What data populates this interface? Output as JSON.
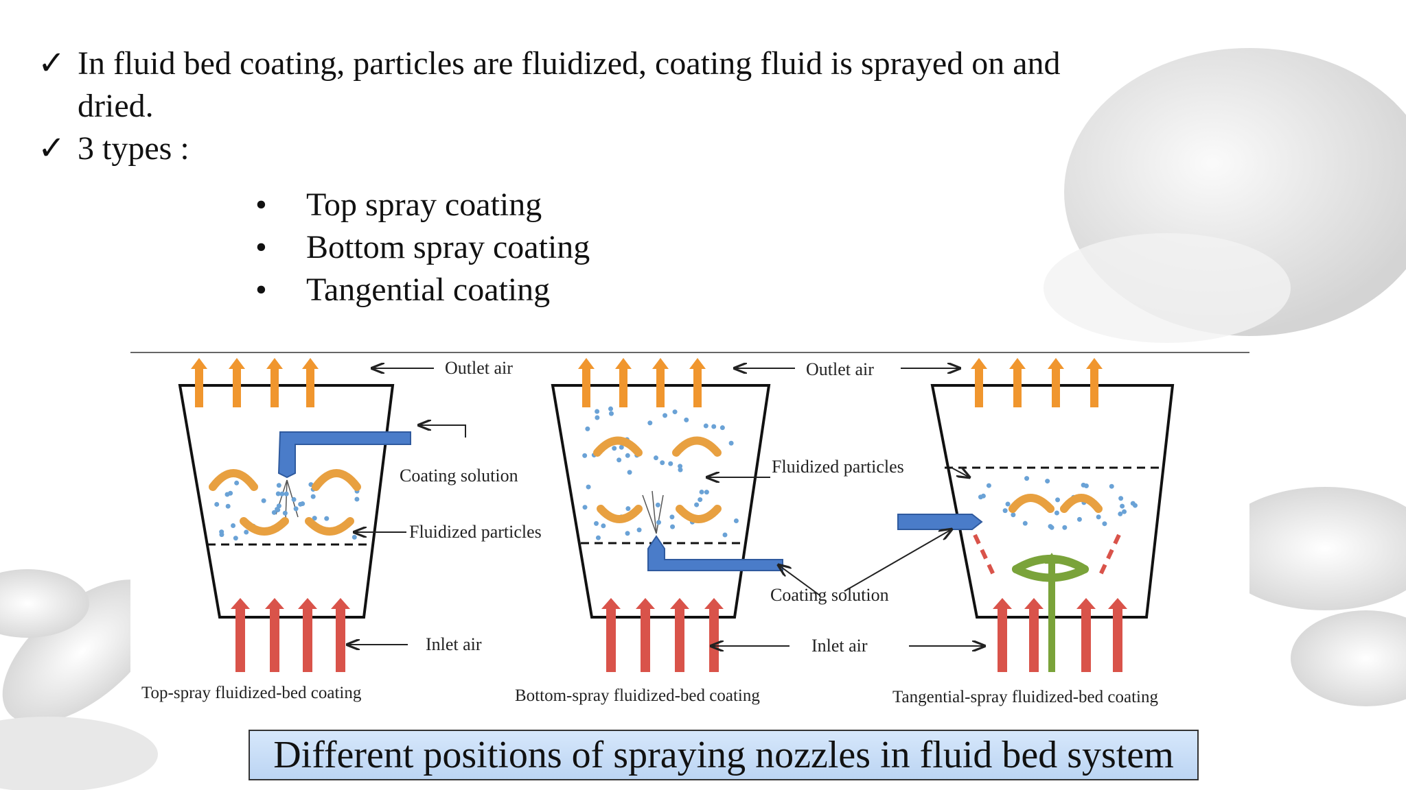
{
  "bullets": [
    {
      "text": "In fluid bed coating, particles are fluidized, coating fluid is sprayed on and dried."
    },
    {
      "text": "3 types :"
    }
  ],
  "sub_bullets": [
    "Top spray coating",
    "Bottom spray coating",
    "Tangential coating"
  ],
  "icons": {
    "bullet": "checkmark-icon",
    "sub_bullet": "dot-bullet-icon"
  },
  "diagram": {
    "labels": {
      "outlet_air_1": "Outlet air",
      "outlet_air_2": "Outlet air",
      "coating_solution_1": "Coating solution",
      "fluidized_particles_1": "Fluidized particles",
      "fluidized_particles_2": "Fluidized particles",
      "coating_solution_2": "Coating solution",
      "inlet_air_1": "Inlet air",
      "inlet_air_2": "Inlet air"
    },
    "captions": [
      "Top-spray fluidized-bed coating",
      "Bottom-spray fluidized-bed coating",
      "Tangential-spray fluidized-bed coating"
    ],
    "figure_title": "Different positions of spraying nozzles in fluid bed system"
  },
  "colors": {
    "outlet_arrow": "#f0962e",
    "inlet_arrow": "#d9534a",
    "nozzle": "#4a7cc9",
    "swirl": "#e8a040",
    "particle": "#6aa2d6",
    "green_arrow": "#7aa33a",
    "caption_bg": "#c8dcf5"
  }
}
